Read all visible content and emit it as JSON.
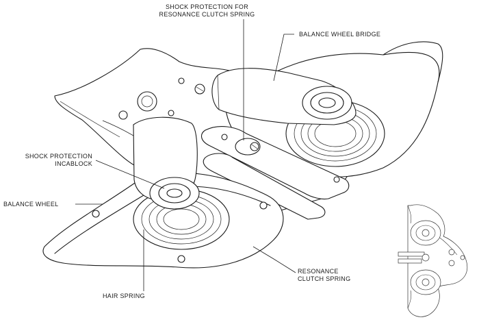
{
  "labels": {
    "shock_protection_resonance": [
      "SHOCK PROTECTION FOR",
      "RESONANCE CLUTCH SPRING"
    ],
    "balance_wheel_bridge": "BALANCE WHEEL BRIDGE",
    "shock_protection_incablock": [
      "SHOCK PROTECTION",
      "INCABLOCK"
    ],
    "balance_wheel": "BALANCE WHEEL",
    "resonance_clutch_spring": [
      "RESONANCE",
      "CLUTCH SPRING"
    ],
    "hair_spring": "HAIR SPRING"
  },
  "icons": [
    "balance-wheel-assembly-drawing",
    "movement-overview-thumbnail"
  ]
}
